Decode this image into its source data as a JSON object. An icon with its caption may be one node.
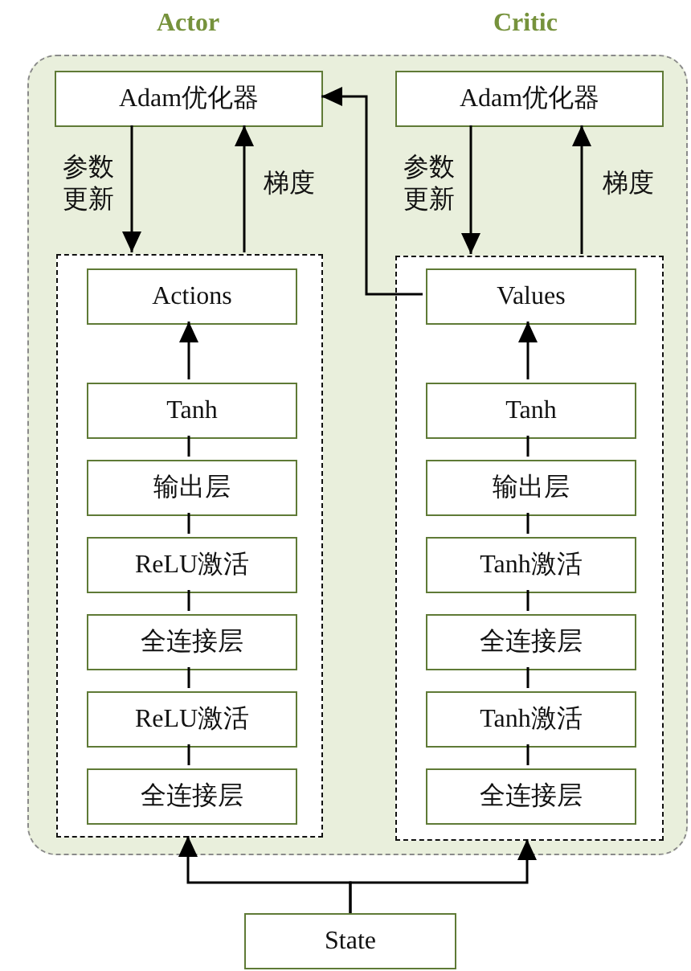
{
  "diagram": {
    "nodes": [
      {
        "text": [],
        "shape": "box"
      },
      {
        "text": [
          "Adam优化器"
        ],
        "in": 0
      },
      {
        "text": [
          "Adam优化器"
        ],
        "in": 0
      },
      {
        "text": [],
        "shape": "box",
        "in": 0
      },
      {
        "text": [
          "Actions"
        ],
        "in": 3
      },
      {
        "text": [
          "Tanh"
        ],
        "in": 3
      },
      {
        "text": [
          "输出层"
        ],
        "in": 3
      },
      {
        "text": [
          "ReLU激活"
        ],
        "in": 3
      },
      {
        "text": [
          "全连接层"
        ],
        "in": 3
      },
      {
        "text": [
          "ReLU激活"
        ],
        "in": 3
      },
      {
        "text": [
          "全连接层"
        ],
        "in": 3
      },
      {
        "text": [],
        "shape": "box",
        "in": 0
      },
      {
        "text": [
          "Values"
        ],
        "in": 11
      },
      {
        "text": [
          "Tanh"
        ],
        "in": 11
      },
      {
        "text": [
          "输出层"
        ],
        "in": 11
      },
      {
        "text": [
          "Tanh激活"
        ],
        "in": 11
      },
      {
        "text": [
          "全连接层"
        ],
        "in": 11
      },
      {
        "text": [
          "Tanh激活"
        ],
        "in": 11
      },
      {
        "text": [
          "全连接层"
        ],
        "in": 11
      },
      {
        "text": [
          "State"
        ]
      }
    ],
    "edges": [
      {
        "from": 1,
        "to": 3,
        "arrow": "to",
        "label": "参数更新"
      },
      {
        "from": 3,
        "to": 1,
        "arrow": "to",
        "label": "梯度"
      },
      {
        "from": 2,
        "to": 11,
        "arrow": "to",
        "label": "参数更新"
      },
      {
        "from": 11,
        "to": 2,
        "arrow": "to",
        "label": "梯度"
      },
      {
        "from": 12,
        "to": 1,
        "arrow": "to"
      },
      {
        "from": 5,
        "to": 4,
        "arrow": "to"
      },
      {
        "from": 6,
        "to": 5,
        "arrow": "none"
      },
      {
        "from": 7,
        "to": 6,
        "arrow": "none"
      },
      {
        "from": 8,
        "to": 7,
        "arrow": "none"
      },
      {
        "from": 9,
        "to": 8,
        "arrow": "none"
      },
      {
        "from": 10,
        "to": 9,
        "arrow": "none"
      },
      {
        "from": 13,
        "to": 12,
        "arrow": "to"
      },
      {
        "from": 14,
        "to": 13,
        "arrow": "none"
      },
      {
        "from": 15,
        "to": 14,
        "arrow": "none"
      },
      {
        "from": 16,
        "to": 15,
        "arrow": "none"
      },
      {
        "from": 17,
        "to": 16,
        "arrow": "none"
      },
      {
        "from": 18,
        "to": 17,
        "arrow": "none"
      },
      {
        "from": 19,
        "to": 3,
        "arrow": "to"
      },
      {
        "from": 19,
        "to": 11,
        "arrow": "to"
      }
    ],
    "labels": [
      "Actor",
      "Critic"
    ]
  }
}
